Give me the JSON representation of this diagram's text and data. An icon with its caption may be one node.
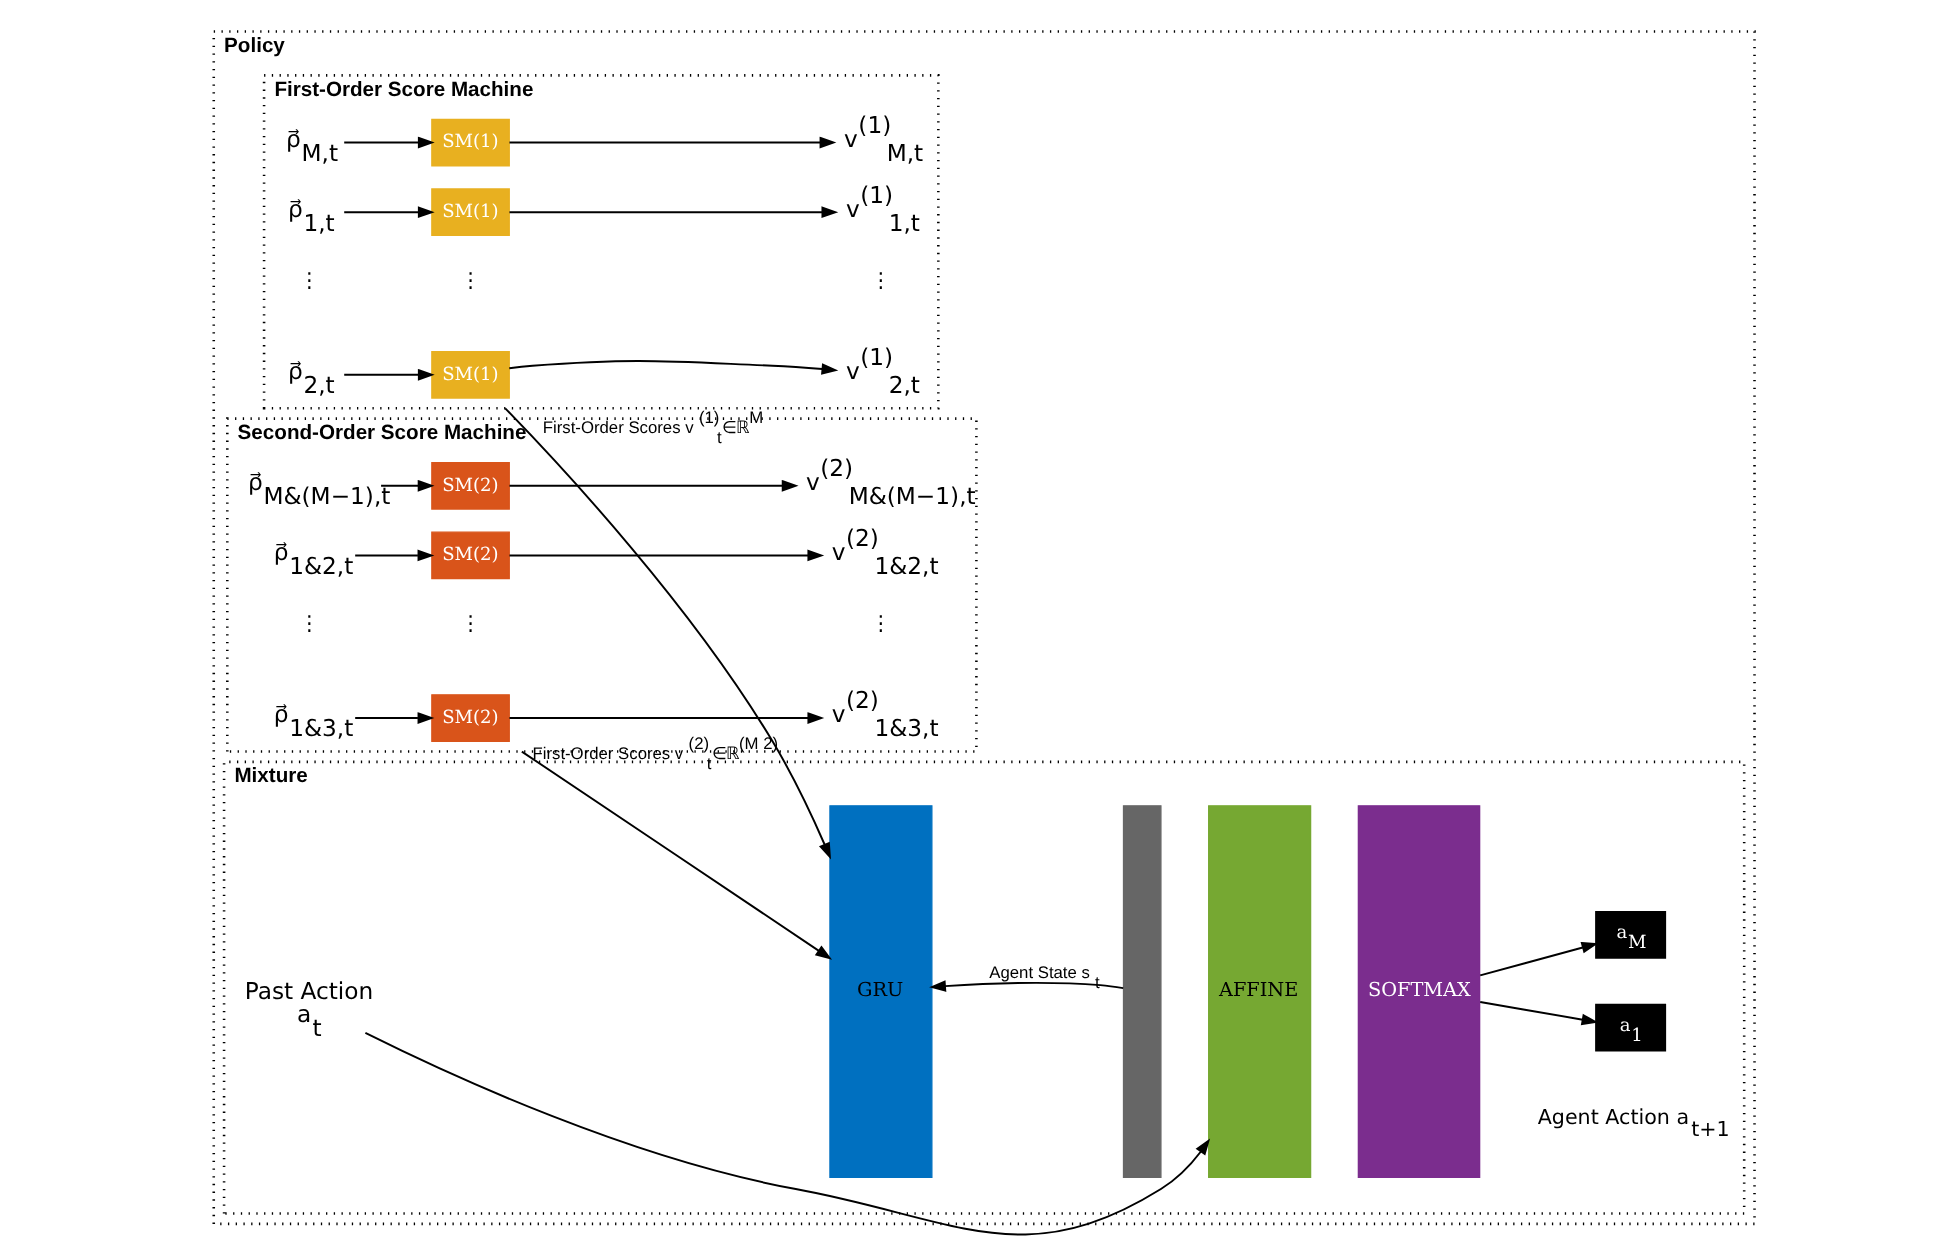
{
  "diagram": {
    "nodes": [
      {
        "text": [
          "Policy"
        ]
      },
      {
        "text": [
          "First-Order Score Machine"
        ],
        "in": 0
      },
      {
        "text": [
          "ρ⃗$_{1,t}$"
        ],
        "in": 1
      },
      {
        "text": [
          "SM(1)"
        ],
        "in": 1
      },
      {
        "text": [
          "v$^{(1)}$$_{1,t}$"
        ],
        "in": 1
      },
      {
        "text": [
          "ρ⃗$_{2,t}$"
        ],
        "in": 1
      },
      {
        "text": [
          "SM(1)"
        ],
        "in": 1
      },
      {
        "text": [
          "v$^{(1)}$$_{2,t}$"
        ],
        "in": 1
      },
      {
        "text": [
          "ρ⃗$_{M,t}$"
        ],
        "in": 1
      },
      {
        "text": [
          "SM(1)"
        ],
        "in": 1
      },
      {
        "text": [
          "v$^{(1)}$$_{M,t}$"
        ],
        "in": 1
      },
      {
        "text": [
          "Second-Order Score Machine"
        ],
        "in": 0
      },
      {
        "text": [
          "ρ⃗$_{1&2,t}$"
        ],
        "in": 11
      },
      {
        "text": [
          "SM(2)"
        ],
        "in": 11
      },
      {
        "text": [
          "v$^{(2)}$$_{1&2,t}$"
        ],
        "in": 11
      },
      {
        "text": [
          "ρ⃗$_{1&3,t}$"
        ],
        "in": 11
      },
      {
        "text": [
          "SM(2)"
        ],
        "in": 11
      },
      {
        "text": [
          "v$^{(2)}$$_{1&3,t}$"
        ],
        "in": 11
      },
      {
        "text": [
          "ρ⃗$_{M&(M−1),t}$"
        ],
        "in": 11
      },
      {
        "text": [
          "SM(2)"
        ],
        "in": 11
      },
      {
        "text": [
          "v$^{(2)}$$_{M&(M−1),t}$"
        ],
        "in": 11
      },
      {
        "text": [
          "Mixture"
        ],
        "in": 0
      },
      {
        "text": [
          "GRU"
        ],
        "in": 21
      },
      {
        "text": [],
        "shape": "box",
        "in": 21
      },
      {
        "text": [
          "AFFINE"
        ],
        "in": 21
      },
      {
        "text": [
          "SOFTMAX"
        ],
        "in": 21
      },
      {
        "text": [
          "a$_{1}$"
        ],
        "in": 21
      },
      {
        "text": [
          "a$_{M}$"
        ],
        "in": 21
      },
      {
        "text": [
          "Past Action",
          "a$_{t}$"
        ],
        "in": 21
      }
    ],
    "edges": [
      {
        "from": 2,
        "to": 3,
        "arrow": "to"
      },
      {
        "from": 3,
        "to": 4,
        "arrow": "to"
      },
      {
        "from": 5,
        "to": 6,
        "arrow": "to"
      },
      {
        "from": 6,
        "to": 7,
        "arrow": "to"
      },
      {
        "from": 8,
        "to": 9,
        "arrow": "to"
      },
      {
        "from": 9,
        "to": 10,
        "arrow": "to"
      },
      {
        "from": 12,
        "to": 13,
        "arrow": "to"
      },
      {
        "from": 13,
        "to": 14,
        "arrow": "to"
      },
      {
        "from": 15,
        "to": 16,
        "arrow": "to"
      },
      {
        "from": 16,
        "to": 17,
        "arrow": "to"
      },
      {
        "from": 18,
        "to": 19,
        "arrow": "to"
      },
      {
        "from": 19,
        "to": 20,
        "arrow": "to"
      },
      {
        "from": 1,
        "to": 22,
        "arrow": "to",
        "label": "First-Order Scores v$^{(1)}$$_{t}$∈ℝ$^{M}$"
      },
      {
        "from": 11,
        "to": 22,
        "arrow": "to",
        "label": "First-Order Scores v$^{(2)}$$_{t}$∈ℝ$^{(M 2)}$"
      },
      {
        "from": 23,
        "to": 22,
        "arrow": "to",
        "label": "Agent State s$_{t}$"
      },
      {
        "from": 25,
        "to": 26,
        "arrow": "to"
      },
      {
        "from": 25,
        "to": 27,
        "arrow": "to"
      },
      {
        "from": 28,
        "to": 24,
        "arrow": "to"
      }
    ],
    "labels": [
      "⋮",
      "⋮",
      "⋮",
      "⋮",
      "⋮",
      "⋮",
      "Agent Action a$_{t+1}$"
    ]
  }
}
